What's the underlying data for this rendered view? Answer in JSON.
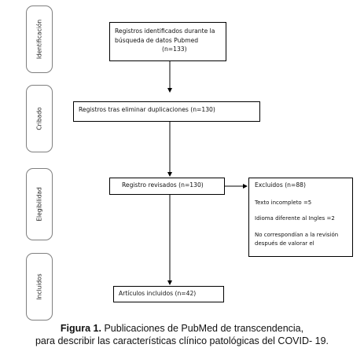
{
  "stages": [
    {
      "id": "identificacion",
      "label": "Identificación"
    },
    {
      "id": "cribado",
      "label": "Cribado"
    },
    {
      "id": "elegibilidad",
      "label": "Elegibilidad"
    },
    {
      "id": "incluidos",
      "label": "Incluidos"
    }
  ],
  "boxes": {
    "identified": {
      "line1": "Registros identificados durante la",
      "line2": "búsqueda de datos Pubmed",
      "line3": "(n=133)"
    },
    "deduplicated": "Registros tras eliminar duplicaciones (n=130)",
    "reviewed": "Registro revisados (n=130)",
    "excluded": {
      "title": "Excluidos (n=88)",
      "reason1": "Texto incompleto =5",
      "reason2": "Idioma diferente al Ingles =2",
      "reason3_line1": "No correspondían a la revisión",
      "reason3_line2": "después de valorar el"
    },
    "included": "Artículos incluidos (n=42)"
  },
  "caption": {
    "label": "Figura 1.",
    "line1_rest": " Publicaciones de PubMed de transcendencia,",
    "line2": "para describir las características clínico patológicas del COVID- 19."
  }
}
